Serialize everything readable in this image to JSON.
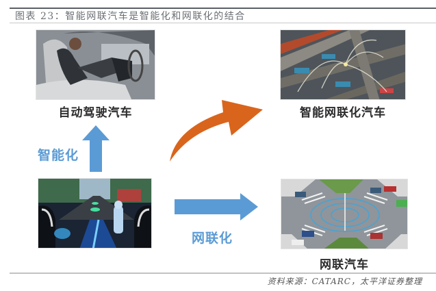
{
  "figure": {
    "caption": "图表 23：智能网联汽车是智能化和网联化的结合",
    "source": "资料来源：CATARC，太平洋证券整理"
  },
  "nodes": {
    "autonomous": {
      "label": "自动驾驶汽车",
      "image": "autonomous-driving-car-interior-photo"
    },
    "intelligent_connected": {
      "label": "智能网联化汽车",
      "image": "intelligent-connected-traffic-photo"
    },
    "base": {
      "image": "cockpit-hud-photo"
    },
    "connected": {
      "label": "网联汽车",
      "image": "connected-intersection-photo"
    }
  },
  "arrows": {
    "intelligence": {
      "label": "智能化",
      "color": "#5b9bd5",
      "direction": "up"
    },
    "connectivity": {
      "label": "网联化",
      "color": "#5b9bd5",
      "direction": "right"
    },
    "combined": {
      "color": "#d9651c",
      "direction": "up-right-curved"
    }
  },
  "colors": {
    "blue_arrow": "#5b9bd5",
    "orange_arrow": "#d9651c",
    "caption_text": "#6b6f74"
  }
}
